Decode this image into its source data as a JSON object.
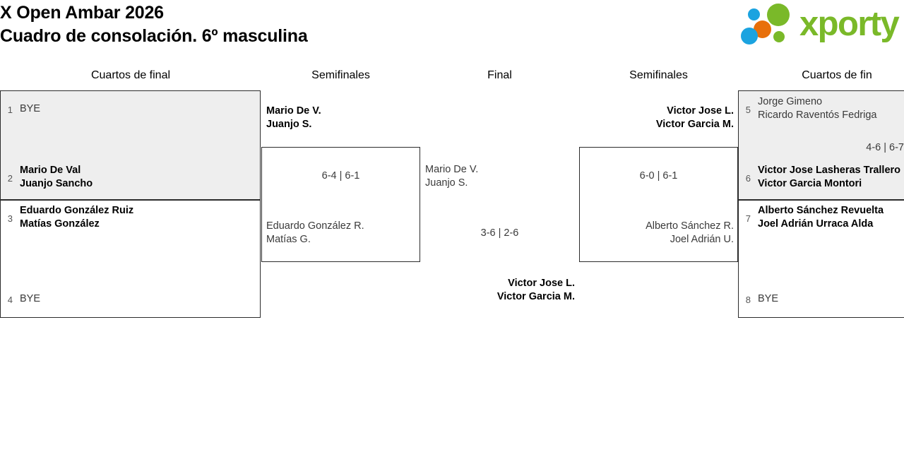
{
  "header": {
    "title_line1": "X Open Ambar 2026",
    "title_line2": "Cuadro de consolación. 6º masculina",
    "logo_text": "xporty",
    "logo_colors": {
      "green": "#7ab929",
      "blue": "#1ba3e0",
      "orange": "#e8700a"
    }
  },
  "rounds": {
    "left_quarters": "Cuartos de final",
    "left_semis": "Semifinales",
    "final": "Final",
    "right_semis": "Semifinales",
    "right_quarters": "Cuartos de fin"
  },
  "left_quarters": {
    "match_top": {
      "highlighted": true,
      "slot_a": {
        "seed": "1",
        "players": [
          "BYE"
        ],
        "winner": false,
        "bye": true
      },
      "slot_b": {
        "seed": "2",
        "players": [
          "Mario De Val",
          "Juanjo Sancho"
        ],
        "winner": true,
        "bye": false
      },
      "score": ""
    },
    "match_bottom": {
      "highlighted": false,
      "slot_a": {
        "seed": "3",
        "players": [
          "Eduardo González Ruiz",
          "Matías González"
        ],
        "winner": true,
        "bye": false
      },
      "slot_b": {
        "seed": "4",
        "players": [
          "BYE"
        ],
        "winner": false,
        "bye": true
      },
      "score": ""
    }
  },
  "left_semifinal": {
    "winner": {
      "players": [
        "Mario De V.",
        "Juanjo S."
      ]
    },
    "loser": {
      "players": [
        "Eduardo González R.",
        "Matías G."
      ]
    },
    "score": "6-4 | 6-1"
  },
  "final": {
    "loser": {
      "players": [
        "Mario De V.",
        "Juanjo S."
      ]
    },
    "winner": {
      "players": [
        "Victor Jose L.",
        "Victor Garcia M."
      ]
    },
    "score": "3-6 | 2-6"
  },
  "right_semifinal": {
    "winner": {
      "players": [
        "Victor Jose L.",
        "Victor Garcia M."
      ]
    },
    "loser": {
      "players": [
        "Alberto Sánchez R.",
        "Joel Adrián U."
      ]
    },
    "score": "6-0 | 6-1"
  },
  "right_quarters": {
    "match_top": {
      "highlighted": true,
      "slot_a": {
        "seed": "5",
        "players": [
          "Jorge Gimeno",
          "Ricardo Raventós Fedriga"
        ],
        "winner": false,
        "bye": false
      },
      "slot_b": {
        "seed": "6",
        "players": [
          "Victor Jose Lasheras Trallero",
          "Victor Garcia Montori"
        ],
        "winner": true,
        "bye": false
      },
      "score": "4-6 | 6-7"
    },
    "match_bottom": {
      "highlighted": false,
      "slot_a": {
        "seed": "7",
        "players": [
          "Alberto Sánchez Revuelta",
          "Joel Adrián Urraca Alda"
        ],
        "winner": true,
        "bye": false
      },
      "slot_b": {
        "seed": "8",
        "players": [
          "BYE"
        ],
        "winner": false,
        "bye": true
      },
      "score": ""
    }
  }
}
